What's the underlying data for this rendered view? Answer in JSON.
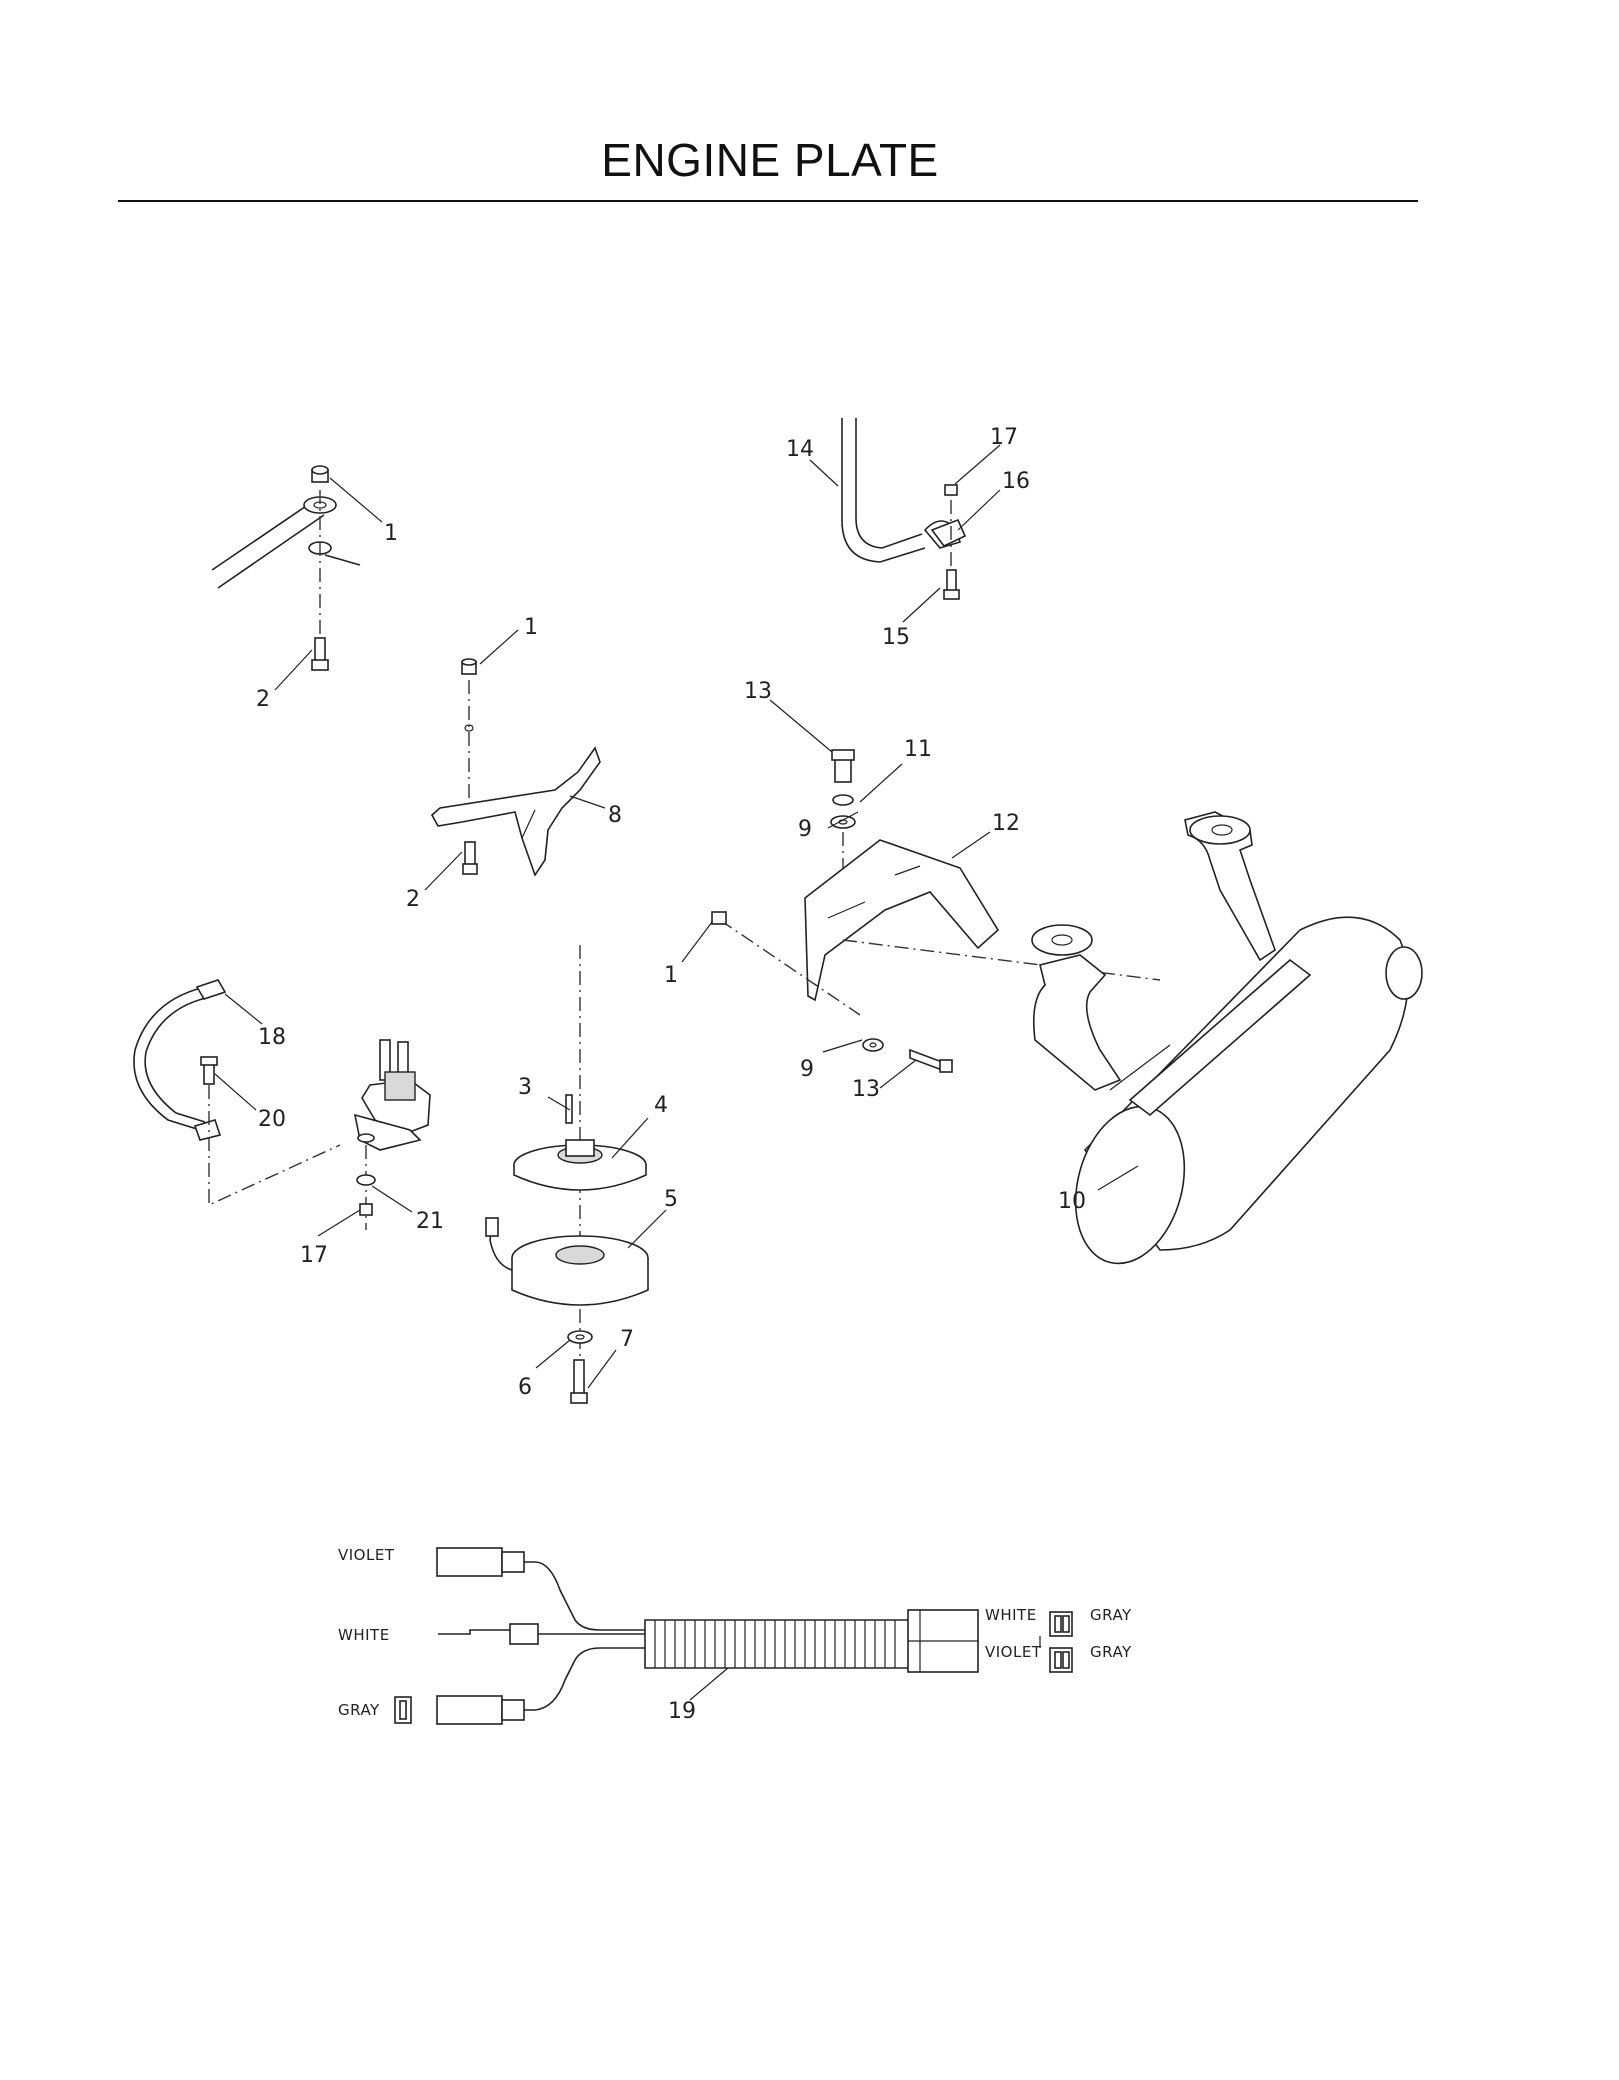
{
  "page": {
    "title": "ENGINE PLATE"
  },
  "callouts": [
    "1",
    "2",
    "1",
    "2",
    "8",
    "14",
    "17",
    "16",
    "15",
    "13",
    "11",
    "12",
    "9",
    "1",
    "9",
    "13",
    "10",
    "18",
    "20",
    "21",
    "17",
    "3",
    "4",
    "5",
    "7",
    "6",
    "19"
  ],
  "harness": {
    "left_labels": [
      "VIOLET",
      "WHITE",
      "GRAY"
    ],
    "right_labels": [
      "WHITE",
      "GRAY",
      "VIOLET",
      "GRAY"
    ]
  }
}
